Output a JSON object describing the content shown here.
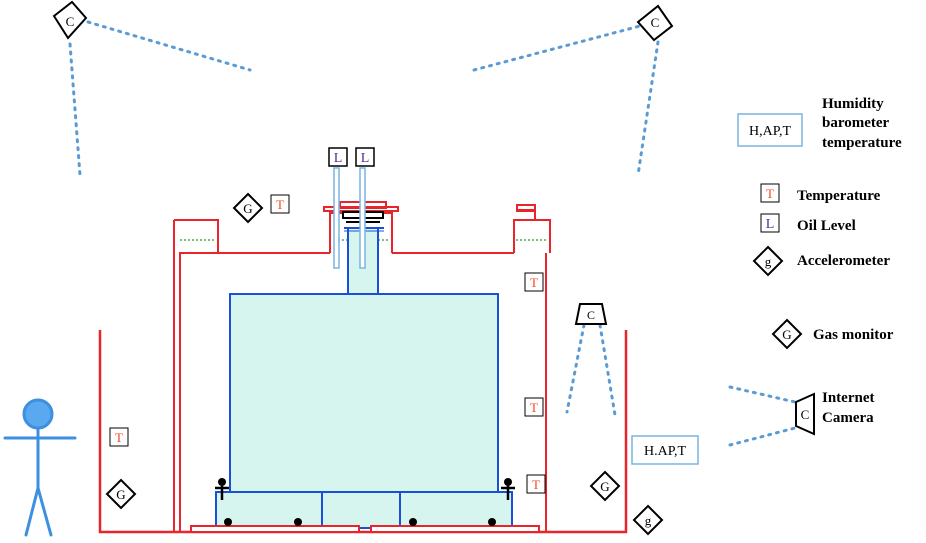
{
  "legend": {
    "hapt_label": "H,AP,T",
    "hapt_text": [
      "Humidity",
      "barometer",
      "temperature"
    ],
    "temperature_icon": "T",
    "temperature_text": "Temperature",
    "oil_icon": "L",
    "oil_text": "Oil Level",
    "accel_icon": "g",
    "accel_text": "Accelerometer",
    "gas_icon": "G",
    "gas_text": "Gas monitor",
    "camera_icon": "C",
    "camera_text": [
      "Internet",
      "Camera"
    ]
  },
  "scene": {
    "camera_glyph": "C",
    "oil_glyph": "L",
    "temp_glyph": "T",
    "gas_glyph": "G",
    "accel_glyph": "g",
    "hapt_box": "H.AP,T"
  },
  "colors": {
    "tank_red": "#e8252a",
    "vessel_blue": "#1a4fd8",
    "vessel_fill": "#d6f5ee",
    "dotted_blue": "#5b9bd5",
    "person_fill": "#5aa9f0",
    "person_stroke": "#3d8fe0",
    "temp_orange": "#f04a1e",
    "oil_purple": "#5a2a8a",
    "level_green": "#4caf50",
    "hapt_border": "#7ab4e0"
  }
}
